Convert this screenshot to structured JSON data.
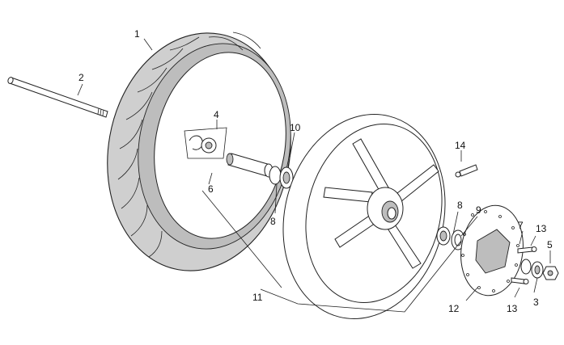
{
  "labels": {
    "l1": "1",
    "l2": "2",
    "l3": "3",
    "l4": "4",
    "l5": "5",
    "l6": "6",
    "l7": "7",
    "l8a": "8",
    "l8b": "8",
    "l9": "9",
    "l10": "10",
    "l11": "11",
    "l12": "12",
    "l13a": "13",
    "l13b": "13",
    "l14": "14"
  }
}
